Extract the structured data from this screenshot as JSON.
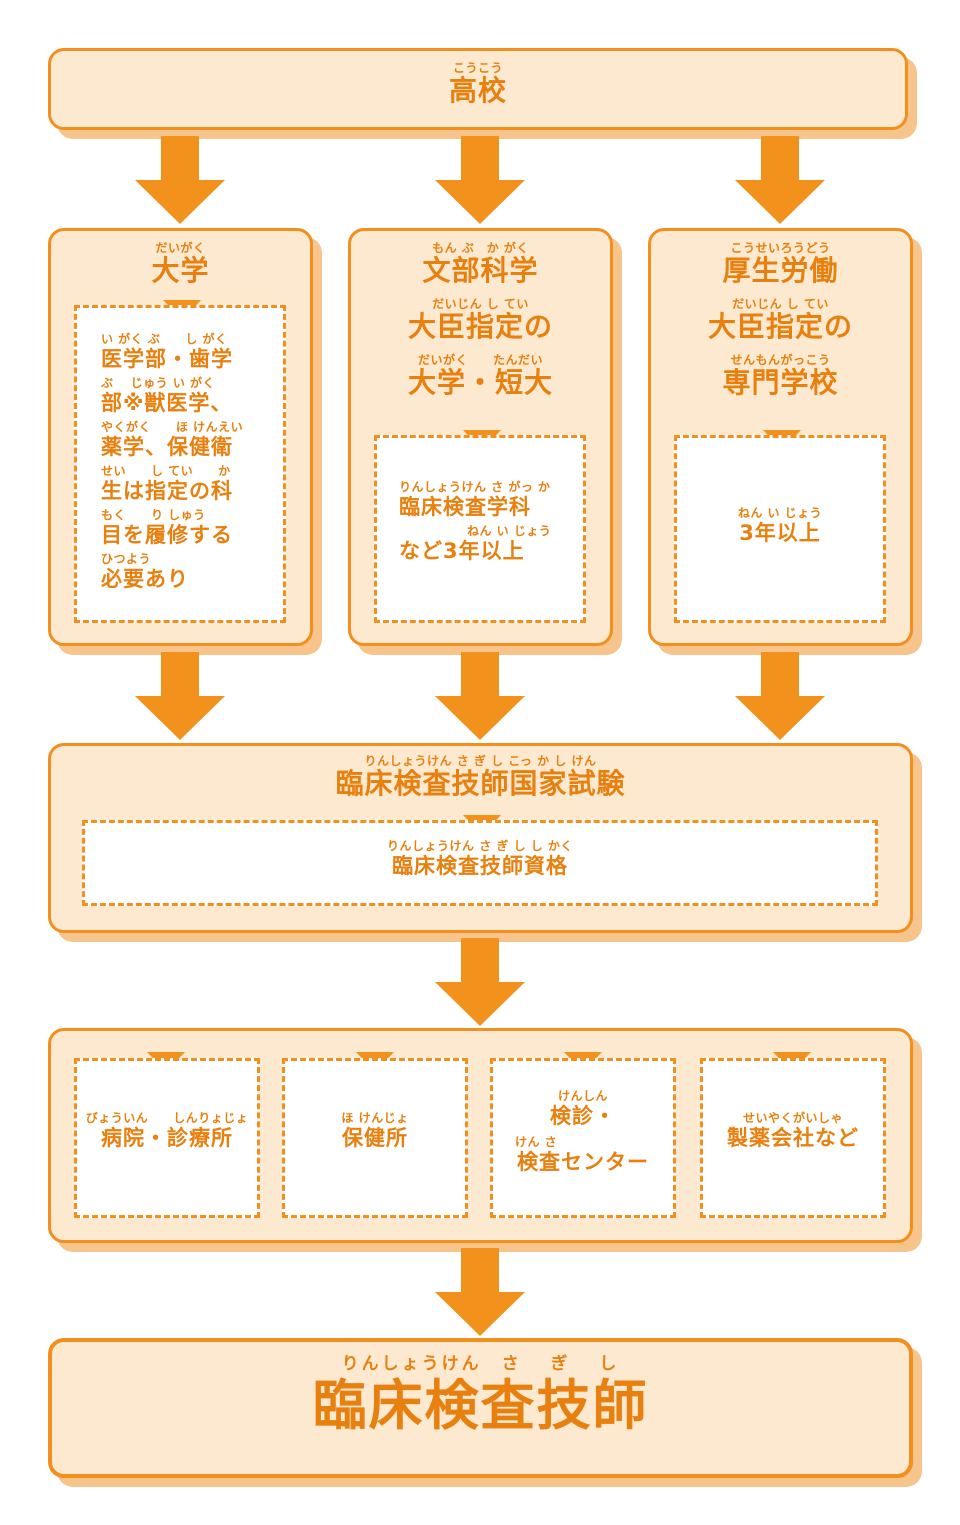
{
  "top": {
    "ruby": "こうこう",
    "label": "高校"
  },
  "university": {
    "ruby": "だいがく",
    "title": "大学",
    "lines": [
      {
        "ruby": "い がく ぶ　　し がく",
        "text": "医学部・歯学"
      },
      {
        "ruby": "ぶ　 じゅう い  がく",
        "text": "部※獣医学、"
      },
      {
        "ruby": "やくがく　　ほ けんえい",
        "text": "薬学、保健衛"
      },
      {
        "ruby": "せい　　し てい　　か",
        "text": "生は指定の科"
      },
      {
        "ruby": "もく　　り しゅう",
        "text": "目を履修する"
      },
      {
        "ruby": "ひつよう",
        "text": "必要あり"
      }
    ]
  },
  "mext": {
    "ruby1": "もん ぶ　か がく",
    "title1": "文部科学",
    "ruby2": "だいじん し てい",
    "title2": "大臣指定の",
    "ruby3": "だいがく　　たんだい",
    "title3": "大学・短大",
    "detail_ruby1": "りんしょうけん さ がっ か",
    "detail1": "臨床検査学科",
    "detail_ruby2": "ねん い じょう",
    "detail2": "など3年以上"
  },
  "mhlw": {
    "ruby1": "こうせいろうどう",
    "title1": "厚生労働",
    "ruby2": "だいじん し てい",
    "title2": "大臣指定の",
    "ruby3": "せんもんがっこう",
    "title3": "専門学校",
    "detail_ruby": "ねん い じょう",
    "detail": "3年以上"
  },
  "exam": {
    "ruby": "りんしょうけん さ ぎ し こっ か し けん",
    "label": "臨床検査技師国家試験",
    "qual_ruby": "りんしょうけん さ ぎ し し かく",
    "qual": "臨床検査技師資格"
  },
  "workplaces": [
    {
      "ruby": "びょういん　　しんりょじょ",
      "text": "病院・診療所"
    },
    {
      "ruby": "ほ けんじょ",
      "text": "保健所"
    },
    {
      "ruby": "けんしん",
      "text": "検診・",
      "ruby2": "けん さ",
      "text2": "検査センター"
    },
    {
      "ruby": "せいやくがいしゃ",
      "text": "製薬会社など"
    }
  ],
  "goal": {
    "ruby": "りんしょうけん　さ　 ぎ　 し",
    "label": "臨床検査技師"
  },
  "colors": {
    "orange": "#f28f1e",
    "fill": "#fde9d0",
    "shadow": "#f7c48c"
  }
}
